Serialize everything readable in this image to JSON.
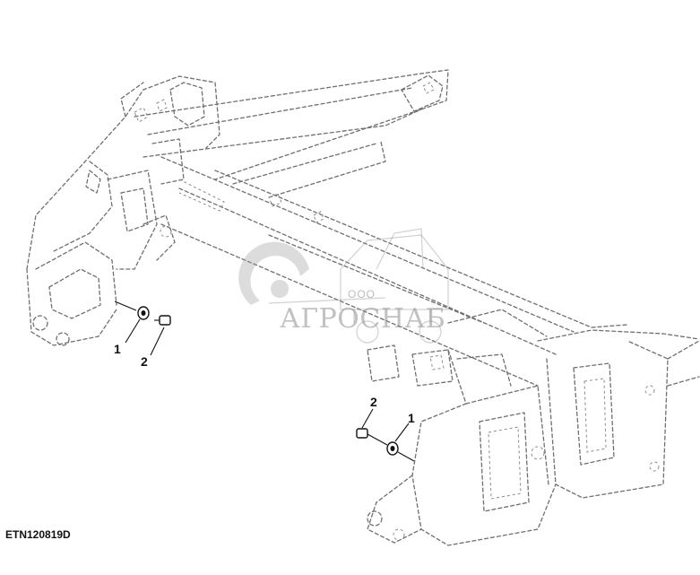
{
  "figure": {
    "reference_code": "ETN120819D"
  },
  "callouts": [
    {
      "label": "1"
    },
    {
      "label": "2"
    },
    {
      "label": "2"
    },
    {
      "label": "1"
    }
  ],
  "watermark": {
    "company_prefix": "ООО",
    "company_name": "АГРОСНАБ"
  }
}
